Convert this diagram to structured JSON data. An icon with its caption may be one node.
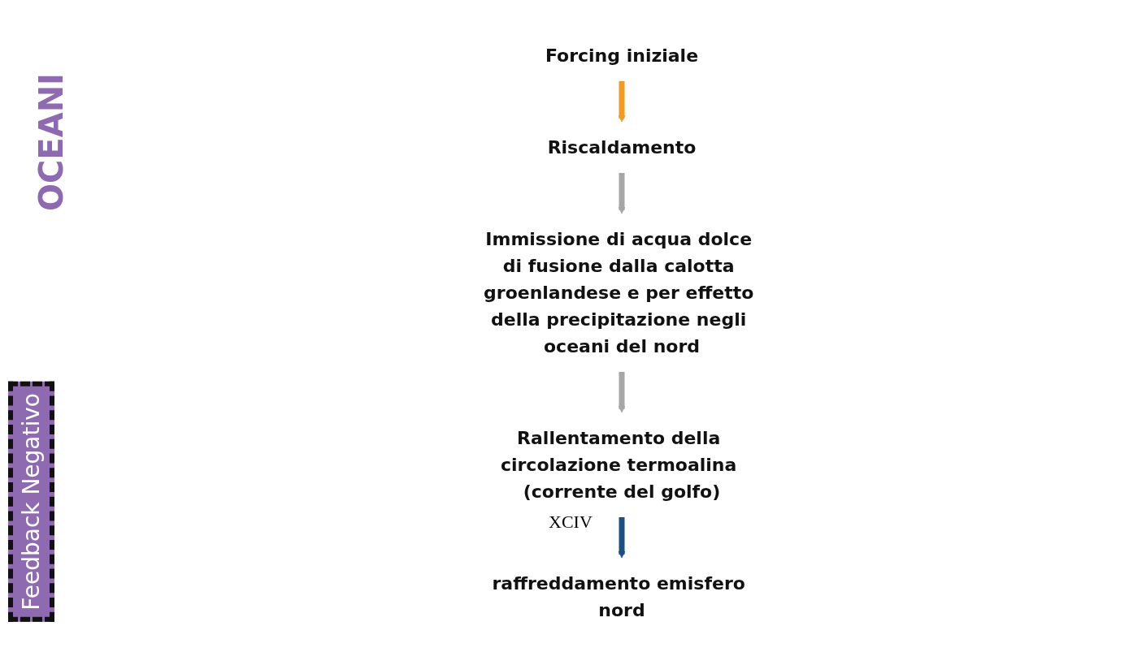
{
  "diagram": {
    "nodes": [
      {
        "text": [
          "Forcing iniziale"
        ]
      },
      {
        "text": [
          "Riscaldamento"
        ]
      },
      {
        "text": [
          "raffreddamento emisfero nord"
        ]
      },
      {
        "text": [
          "Immissione di acqua dolce di fusione dalla calotta groenlandese e per effetto della precipitazione negli oceani del nord"
        ]
      },
      {
        "text": [
          "Rallentamento della circolazione termoalina (corrente del golfo)"
        ]
      }
    ],
    "edges": [
      {
        "from": 0,
        "to": 1,
        "arrow": "to",
        "color": "#f29b22"
      },
      {
        "from": 1,
        "to": 3,
        "arrow": "to"
      },
      {
        "from": 3,
        "to": 4,
        "arrow": "to"
      },
      {
        "from": 4,
        "to": 2,
        "arrow": "to",
        "color": "#1c4f86"
      }
    ],
    "labels": [
      "OCEANI",
      "Feedback Negativo",
      "XCIV"
    ]
  }
}
